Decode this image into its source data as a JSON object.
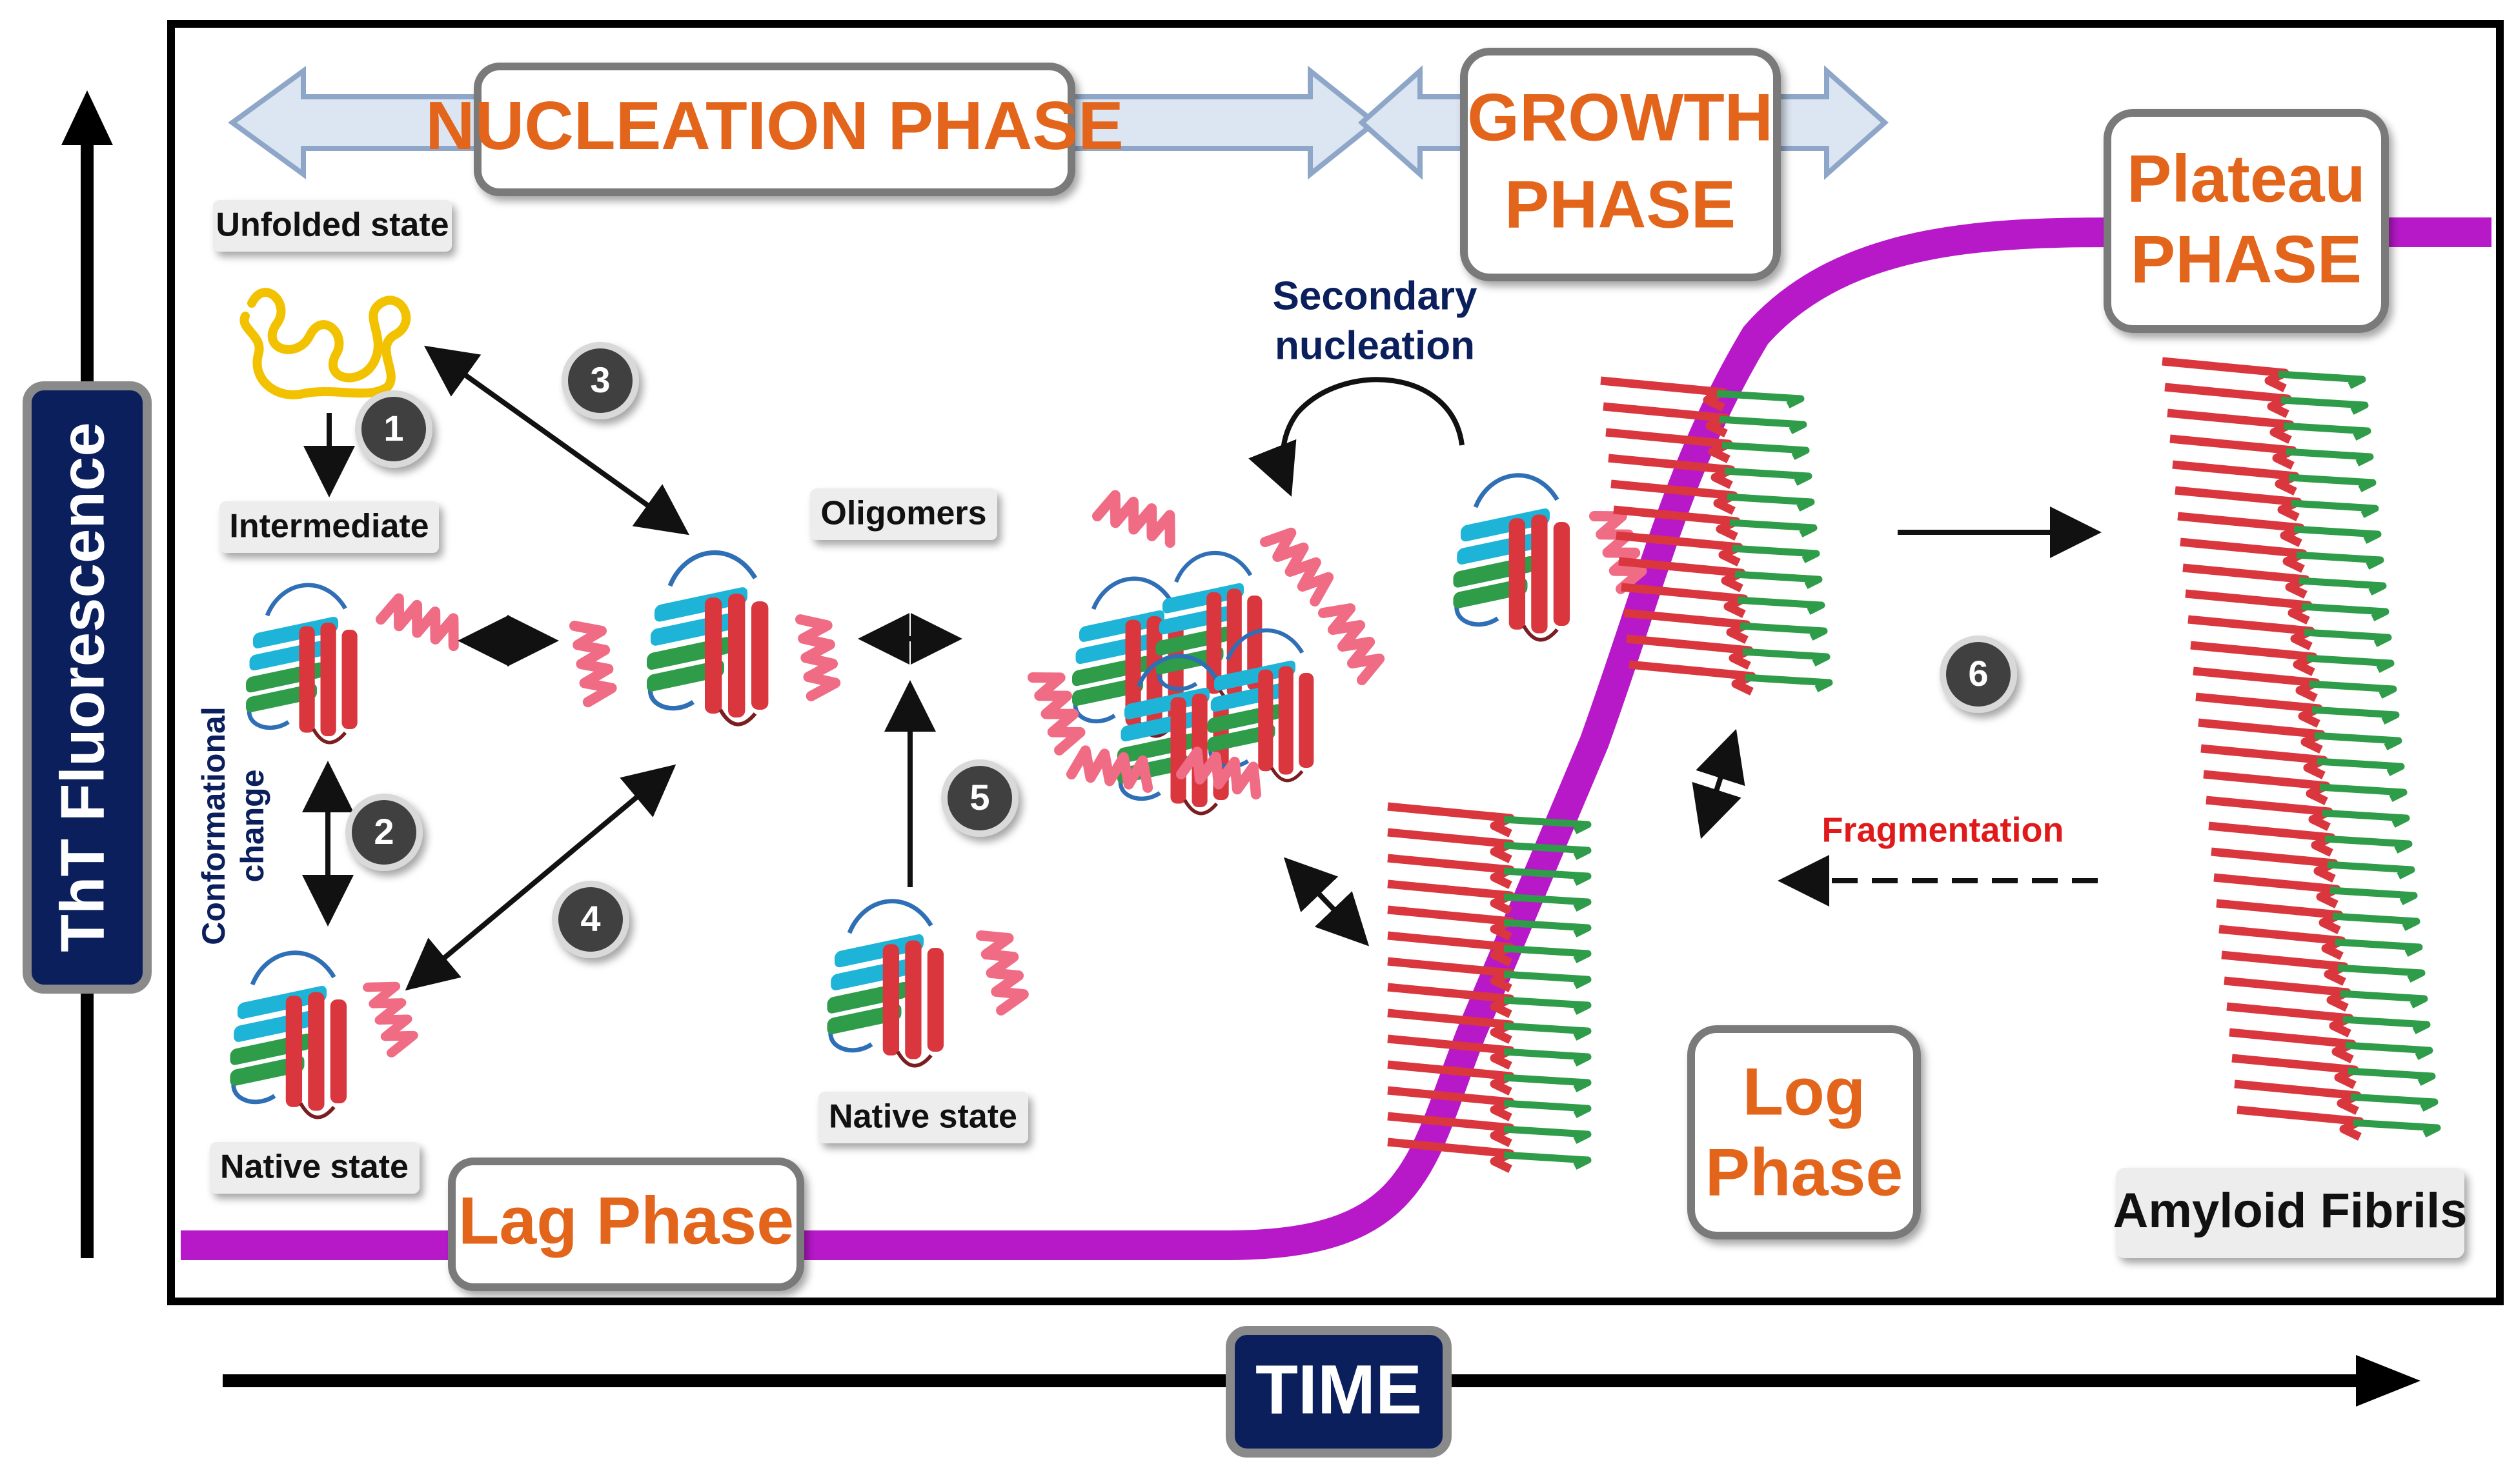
{
  "axes": {
    "y_label": "ThT Fluorescence",
    "x_label": "TIME"
  },
  "phases": {
    "nucleation": "NUCLEATION PHASE",
    "growth_line1": "GROWTH",
    "growth_line2": "PHASE",
    "plateau_line1": "Plateau",
    "plateau_line2": "PHASE",
    "lag": "Lag Phase",
    "log_line1": "Log",
    "log_line2": "Phase"
  },
  "labels": {
    "unfolded_state": "Unfolded state",
    "intermediate": "Intermediate",
    "conformational_line1": "Conformational",
    "conformational_line2": "change",
    "native_state_left": "Native state",
    "native_state_center": "Native state",
    "oligomers": "Oligomers",
    "secondary_line1": "Secondary",
    "secondary_line2": "nucleation",
    "fragmentation": "Fragmentation",
    "amyloid_fibrils": "Amyloid Fibrils"
  },
  "steps": [
    "1",
    "2",
    "3",
    "4",
    "5",
    "6"
  ],
  "colors": {
    "phase_text": "#E2651B",
    "axis_badge": "#0A1F5C",
    "curve": "#B719C9",
    "secondary_text": "#0A1F5C",
    "fragmentation_text": "#E01A1A",
    "conformational_text": "#0A1F5C",
    "badge_fill": "#3F3F3F",
    "beta_red": "#D9363E",
    "beta_cyan": "#1EB4D8",
    "beta_green": "#2E9C48",
    "helix_pink": "#F06B84",
    "loop_blue": "#2F6FB5",
    "unfolded_yellow": "#F2C200",
    "phase_arrow_fill": "#DCE6F2",
    "phase_arrow_stroke": "#8EA6C8"
  }
}
